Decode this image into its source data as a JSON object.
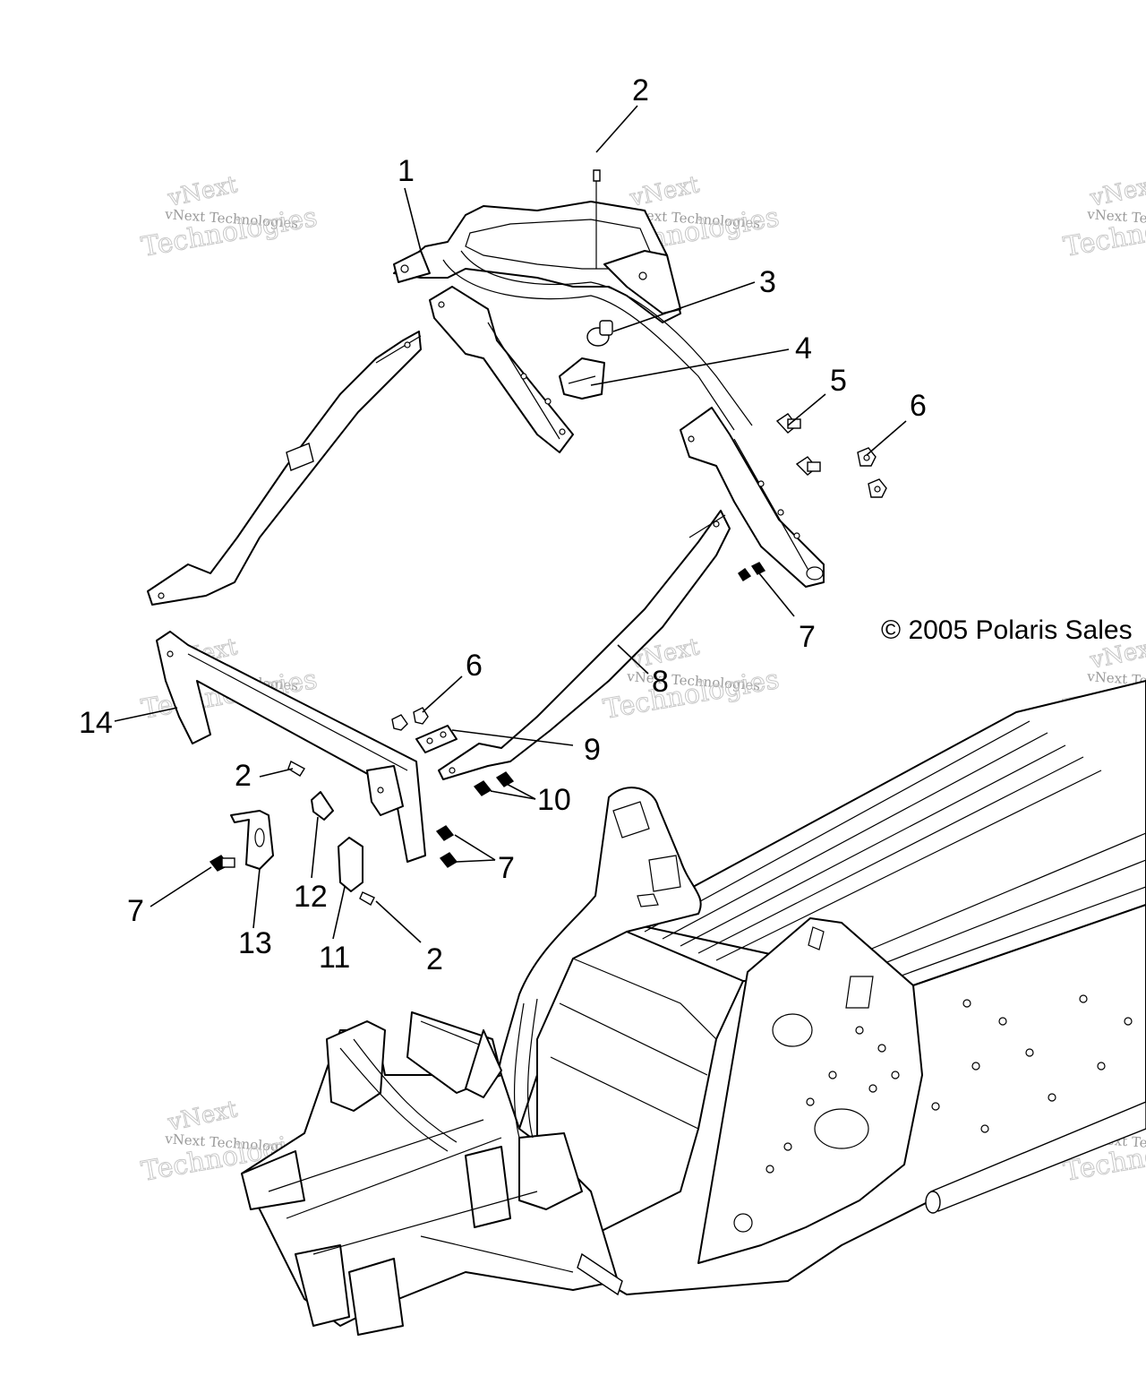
{
  "copyright": "© 2005 Polaris Sales",
  "watermark": {
    "brand": "vNext",
    "name": "Technologies",
    "full": "vNext Technologies"
  },
  "callouts": [
    "1",
    "2",
    "3",
    "4",
    "5",
    "6",
    "7",
    "8",
    "9",
    "10",
    "11",
    "12",
    "13",
    "14"
  ],
  "colors": {
    "ink": "#000000",
    "background": "#ffffff",
    "watermark": "#c8c8c8"
  }
}
